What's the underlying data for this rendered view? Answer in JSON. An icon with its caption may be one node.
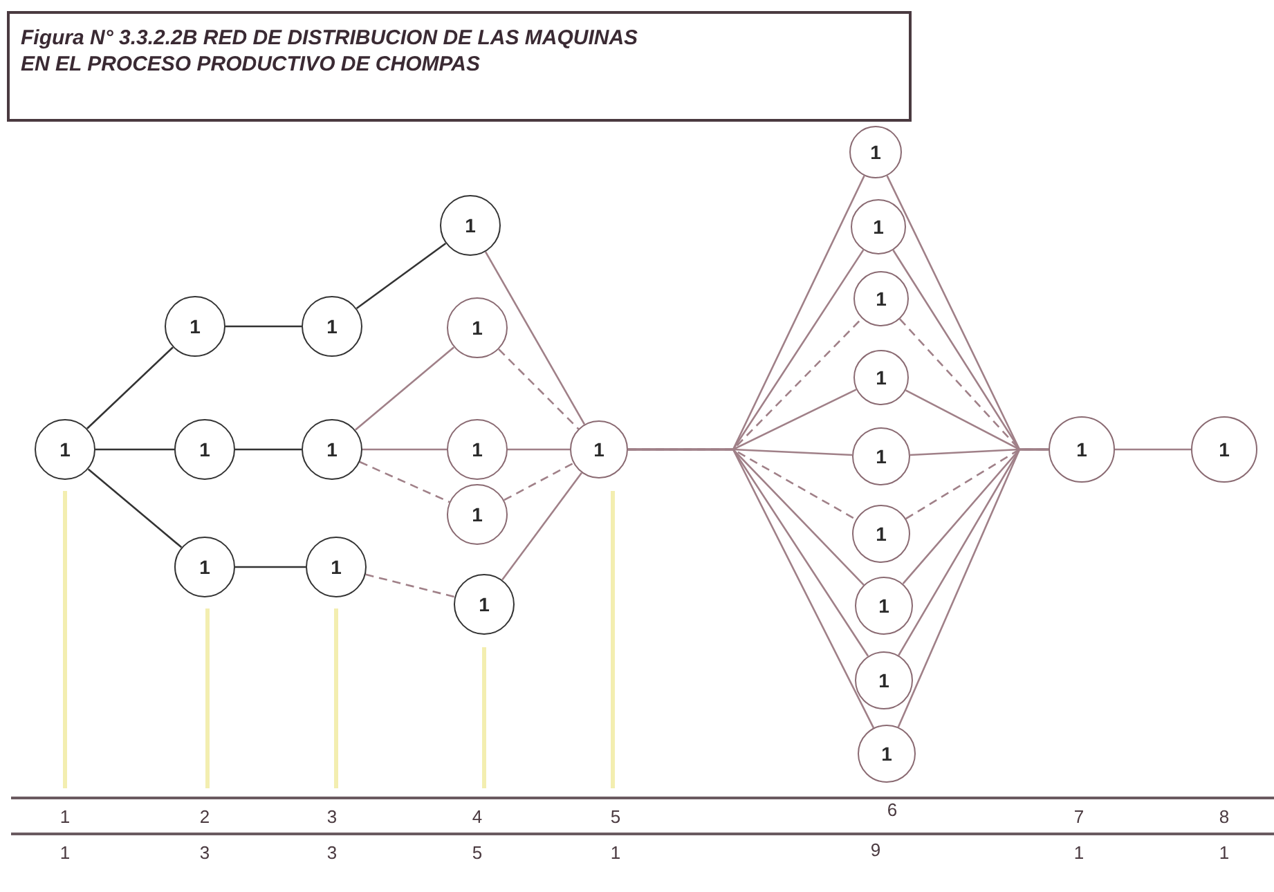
{
  "diagram": {
    "title": "Figura N° 3.3.2.2B RED DE DISTRIBUCION DE LAS MAQUINAS EN EL PROCESO PRODUCTIVO DE CHOMPAS",
    "nodes": [
      {
        "text": [
          "1"
        ]
      },
      {
        "text": [
          "1"
        ]
      },
      {
        "text": [
          "1"
        ]
      },
      {
        "text": [
          "1"
        ]
      },
      {
        "text": [
          "1"
        ]
      },
      {
        "text": [
          "1"
        ]
      },
      {
        "text": [
          "1"
        ]
      },
      {
        "text": [
          "1"
        ]
      },
      {
        "text": [
          "1"
        ]
      },
      {
        "text": [
          "1"
        ]
      },
      {
        "text": [
          "1"
        ]
      },
      {
        "text": [
          "1"
        ]
      },
      {
        "text": [
          "1"
        ]
      },
      {
        "text": [
          "1"
        ]
      },
      {
        "text": [
          "1"
        ]
      },
      {
        "text": [
          "1"
        ]
      },
      {
        "text": [
          "1"
        ]
      },
      {
        "text": [
          "1"
        ]
      },
      {
        "text": [
          "1"
        ]
      },
      {
        "text": [
          "1"
        ]
      },
      {
        "text": [
          "1"
        ]
      },
      {
        "text": [
          "1"
        ]
      },
      {
        "text": [
          "1"
        ]
      },
      {
        "text": [
          "1"
        ]
      }
    ],
    "edges": [
      {
        "from": 0,
        "to": 1,
        "arrow": "none",
        "color": "#333333"
      },
      {
        "from": 0,
        "to": 2,
        "arrow": "none",
        "color": "#333333"
      },
      {
        "from": 0,
        "to": 3,
        "arrow": "none",
        "color": "#333333"
      },
      {
        "from": 1,
        "to": 4,
        "arrow": "none",
        "color": "#333333"
      },
      {
        "from": 2,
        "to": 5,
        "arrow": "none",
        "color": "#333333"
      },
      {
        "from": 3,
        "to": 6,
        "arrow": "none",
        "color": "#333333"
      },
      {
        "from": 4,
        "to": 7,
        "arrow": "none",
        "color": "#333333"
      },
      {
        "from": 5,
        "to": 8,
        "arrow": "none"
      },
      {
        "from": 5,
        "to": 9,
        "arrow": "none"
      },
      {
        "from": 5,
        "to": 10,
        "arrow": "none",
        "style": "dashed"
      },
      {
        "from": 6,
        "to": 11,
        "arrow": "none",
        "style": "dashed"
      },
      {
        "from": 7,
        "to": 12,
        "arrow": "none"
      },
      {
        "from": 8,
        "to": 12,
        "arrow": "none",
        "style": "dashed"
      },
      {
        "from": 9,
        "to": 12,
        "arrow": "none"
      },
      {
        "from": 10,
        "to": 12,
        "arrow": "none",
        "style": "dashed"
      },
      {
        "from": 11,
        "to": 12,
        "arrow": "none"
      },
      {
        "from": 12,
        "to": 13,
        "arrow": "none"
      },
      {
        "from": 12,
        "to": 14,
        "arrow": "none"
      },
      {
        "from": 12,
        "to": 15,
        "arrow": "none",
        "style": "dashed"
      },
      {
        "from": 12,
        "to": 16,
        "arrow": "none"
      },
      {
        "from": 12,
        "to": 17,
        "arrow": "none"
      },
      {
        "from": 12,
        "to": 18,
        "arrow": "none",
        "style": "dashed"
      },
      {
        "from": 12,
        "to": 19,
        "arrow": "none"
      },
      {
        "from": 12,
        "to": 20,
        "arrow": "none"
      },
      {
        "from": 12,
        "to": 21,
        "arrow": "none"
      },
      {
        "from": 13,
        "to": 22,
        "arrow": "none"
      },
      {
        "from": 14,
        "to": 22,
        "arrow": "none"
      },
      {
        "from": 15,
        "to": 22,
        "arrow": "none",
        "style": "dashed"
      },
      {
        "from": 16,
        "to": 22,
        "arrow": "none"
      },
      {
        "from": 17,
        "to": 22,
        "arrow": "none"
      },
      {
        "from": 18,
        "to": 22,
        "arrow": "none",
        "style": "dashed"
      },
      {
        "from": 19,
        "to": 22,
        "arrow": "none"
      },
      {
        "from": 20,
        "to": 22,
        "arrow": "none"
      },
      {
        "from": 21,
        "to": 22,
        "arrow": "none"
      },
      {
        "from": 22,
        "to": 23,
        "arrow": "none"
      }
    ],
    "labels": [
      "1",
      "2",
      "3",
      "4",
      "5",
      "6",
      "7",
      "8",
      "1",
      "3",
      "3",
      "5",
      "1",
      "9",
      "1",
      "1"
    ]
  }
}
